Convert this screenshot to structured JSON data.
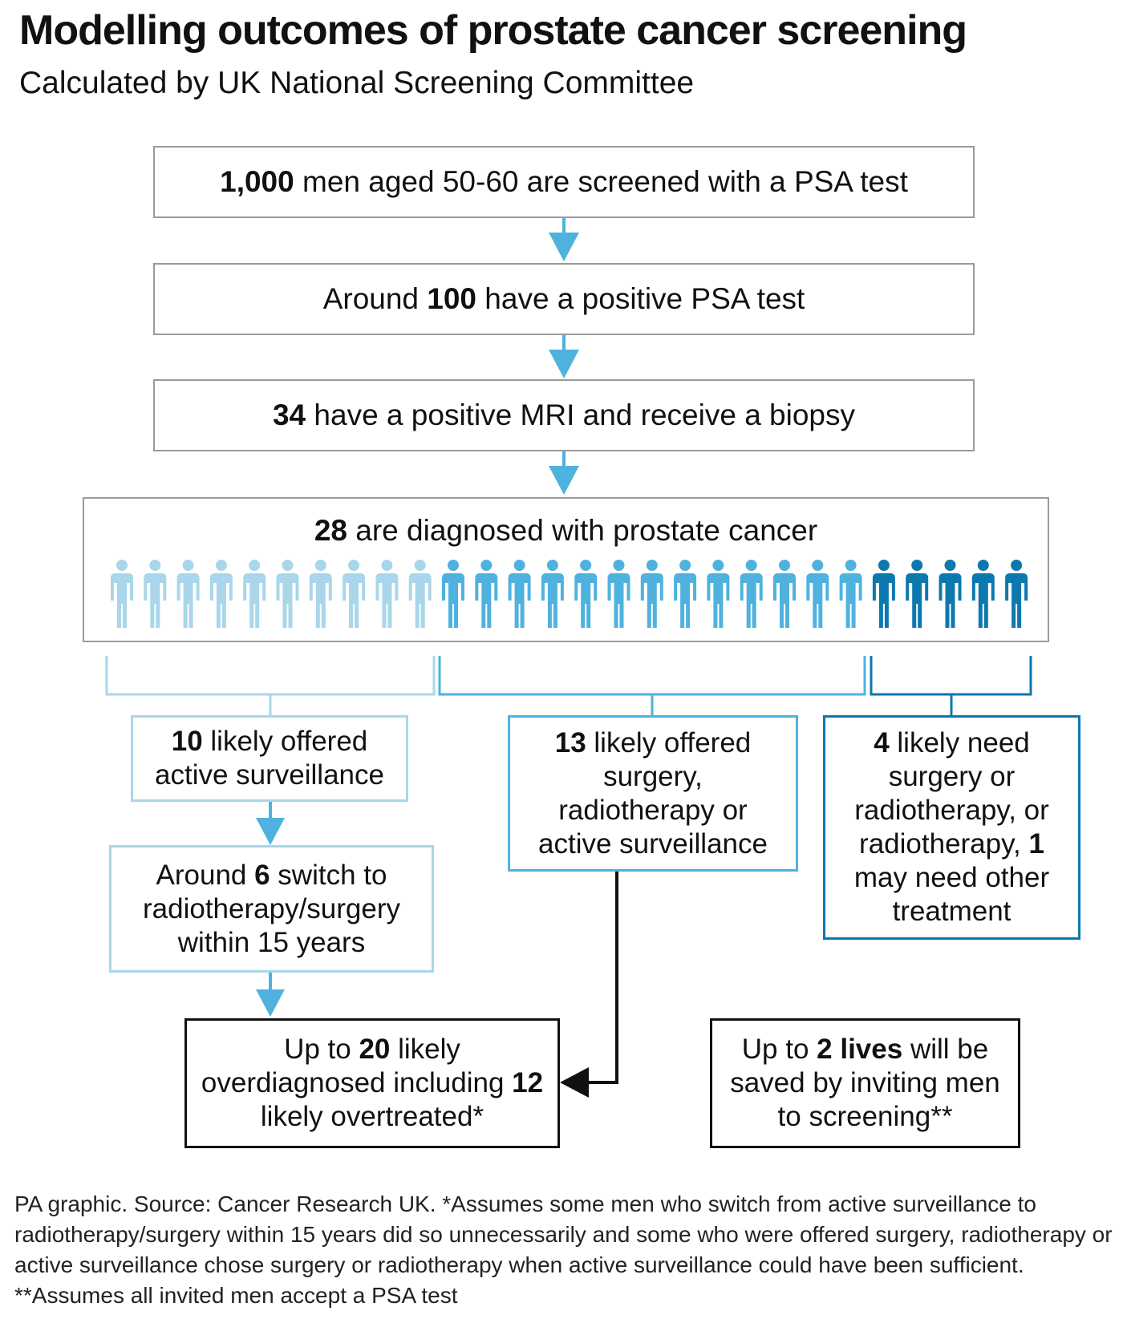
{
  "title": "Modelling outcomes of prostate cancer screening",
  "subtitle": "Calculated by UK National Screening Committee",
  "steps": [
    {
      "bold": "1,000",
      "text": " men aged 50-60 are screened with a PSA test"
    },
    {
      "pre": "Around ",
      "bold": "100",
      "text": " have a positive PSA test"
    },
    {
      "bold": "34",
      "text": " have a positive MRI and receive a biopsy"
    },
    {
      "bold": "28",
      "text": " are diagnosed with prostate cancer"
    }
  ],
  "people": {
    "total": 28,
    "groups": [
      {
        "count": 10,
        "color": "#a9d6ea"
      },
      {
        "count": 13,
        "color": "#4fb2de"
      },
      {
        "count": 5,
        "color": "#0d78ad"
      }
    ]
  },
  "branches": {
    "surveillance": {
      "bold": "10",
      "text": " likely offered active surveillance"
    },
    "switch": {
      "pre": "Around ",
      "bold": "6",
      "text": " switch to radiotherapy/surgery within 15 years"
    },
    "offered": {
      "bold": "13",
      "text": " likely offered surgery, radiotherapy or active surveillance"
    },
    "need": {
      "bold1": "4",
      "text1": " likely need surgery or radiotherapy, or radiotherapy, ",
      "bold2": "1",
      "text2": " may need other treatment"
    }
  },
  "outcomes": {
    "overdiagnosed": {
      "pre": "Up to ",
      "bold1": "20",
      "mid": " likely overdiagnosed including ",
      "bold2": "12",
      "text": " likely overtreated*"
    },
    "lives": {
      "pre": "Up to ",
      "bold": "2 lives",
      "text": " will be saved by inviting men to screening**"
    }
  },
  "colors": {
    "light": "#a9d6ea",
    "mid": "#4fb2de",
    "dark": "#0d78ad",
    "grey_border": "#9a9a9a"
  },
  "footer": "PA graphic. Source: Cancer Research UK. *Assumes some men who switch from active surveillance to radiotherapy/surgery within 15 years did so unnecessarily and some who were offered surgery, radiotherapy or active surveillance chose surgery or radiotherapy when active surveillance could have been sufficient. **Assumes all invited men accept a PSA test"
}
